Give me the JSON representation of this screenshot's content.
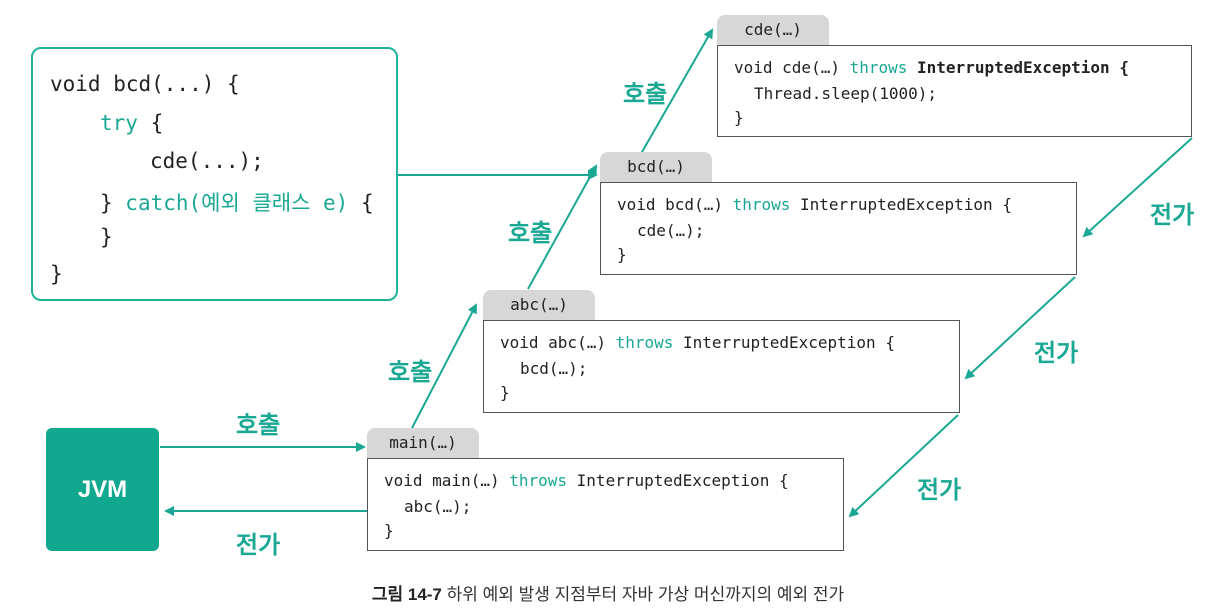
{
  "try_box": {
    "line1": "void bcd(...) {",
    "line2_kw": "try",
    "line2_rest": " {",
    "line3": "cde(...);",
    "line4_brace": "} ",
    "line4_kw": "catch(예외 클래스 e)",
    "line4_rest": " {",
    "line5": "}",
    "line6": "}"
  },
  "methods": {
    "cde": {
      "tab": "cde(…)",
      "sig_pre": "void cde(…) ",
      "sig_kw": "throws",
      "sig_post": " InterruptedException {",
      "body": "Thread.sleep(1000);",
      "close": "}"
    },
    "bcd": {
      "tab": "bcd(…)",
      "sig_pre": "void bcd(…) ",
      "sig_kw": "throws",
      "sig_post": " InterruptedException {",
      "body": "cde(…);",
      "close": "}"
    },
    "abc": {
      "tab": "abc(…)",
      "sig_pre": "void abc(…) ",
      "sig_kw": "throws",
      "sig_post": " InterruptedException {",
      "body": "bcd(…);",
      "close": "}"
    },
    "main": {
      "tab": "main(…)",
      "sig_pre": "void main(…) ",
      "sig_kw": "throws",
      "sig_post": " InterruptedException {",
      "body": "abc(…);",
      "close": "}"
    }
  },
  "jvm_label": "JVM",
  "labels": {
    "call": "호출",
    "propagate": "전가"
  },
  "caption": {
    "figure_num": "그림 14-7",
    "text": "하위 예외 발생 지점부터 자바 가상 머신까지의 예외 전가"
  },
  "colors": {
    "accent": "#1aa894",
    "jvm_fill": "#10a88e",
    "tab_fill": "#d7d7d7"
  }
}
